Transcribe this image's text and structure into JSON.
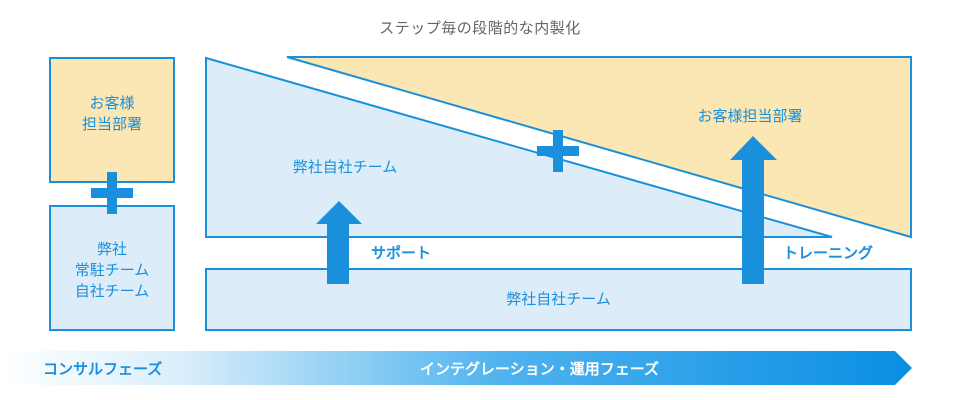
{
  "title": "ステップ毎の段階的な内製化",
  "colors": {
    "accent": "#1a8fdc",
    "yellow_fill": "#fbe7b3",
    "blue_fill": "#dcedf9",
    "title_gray": "#666666"
  },
  "left_column": {
    "client_box_lines": [
      "お客様",
      "担当部署"
    ],
    "plus": "+",
    "team_box_lines": [
      "弊社",
      "常駐チーム",
      "自社チーム"
    ]
  },
  "main": {
    "team_triangle_label": "弊社自社チーム",
    "client_triangle_label": "お客様担当部署",
    "plus": "+",
    "support_label": "サポート",
    "training_label": "トレーニング",
    "bottom_bar_label": "弊社自社チーム"
  },
  "phases": {
    "consulting": "コンサルフェーズ",
    "integration": "インテグレーション・運用フェーズ"
  },
  "icons": {
    "plus": "plus-icon",
    "up_arrow": "up-arrow-icon"
  }
}
